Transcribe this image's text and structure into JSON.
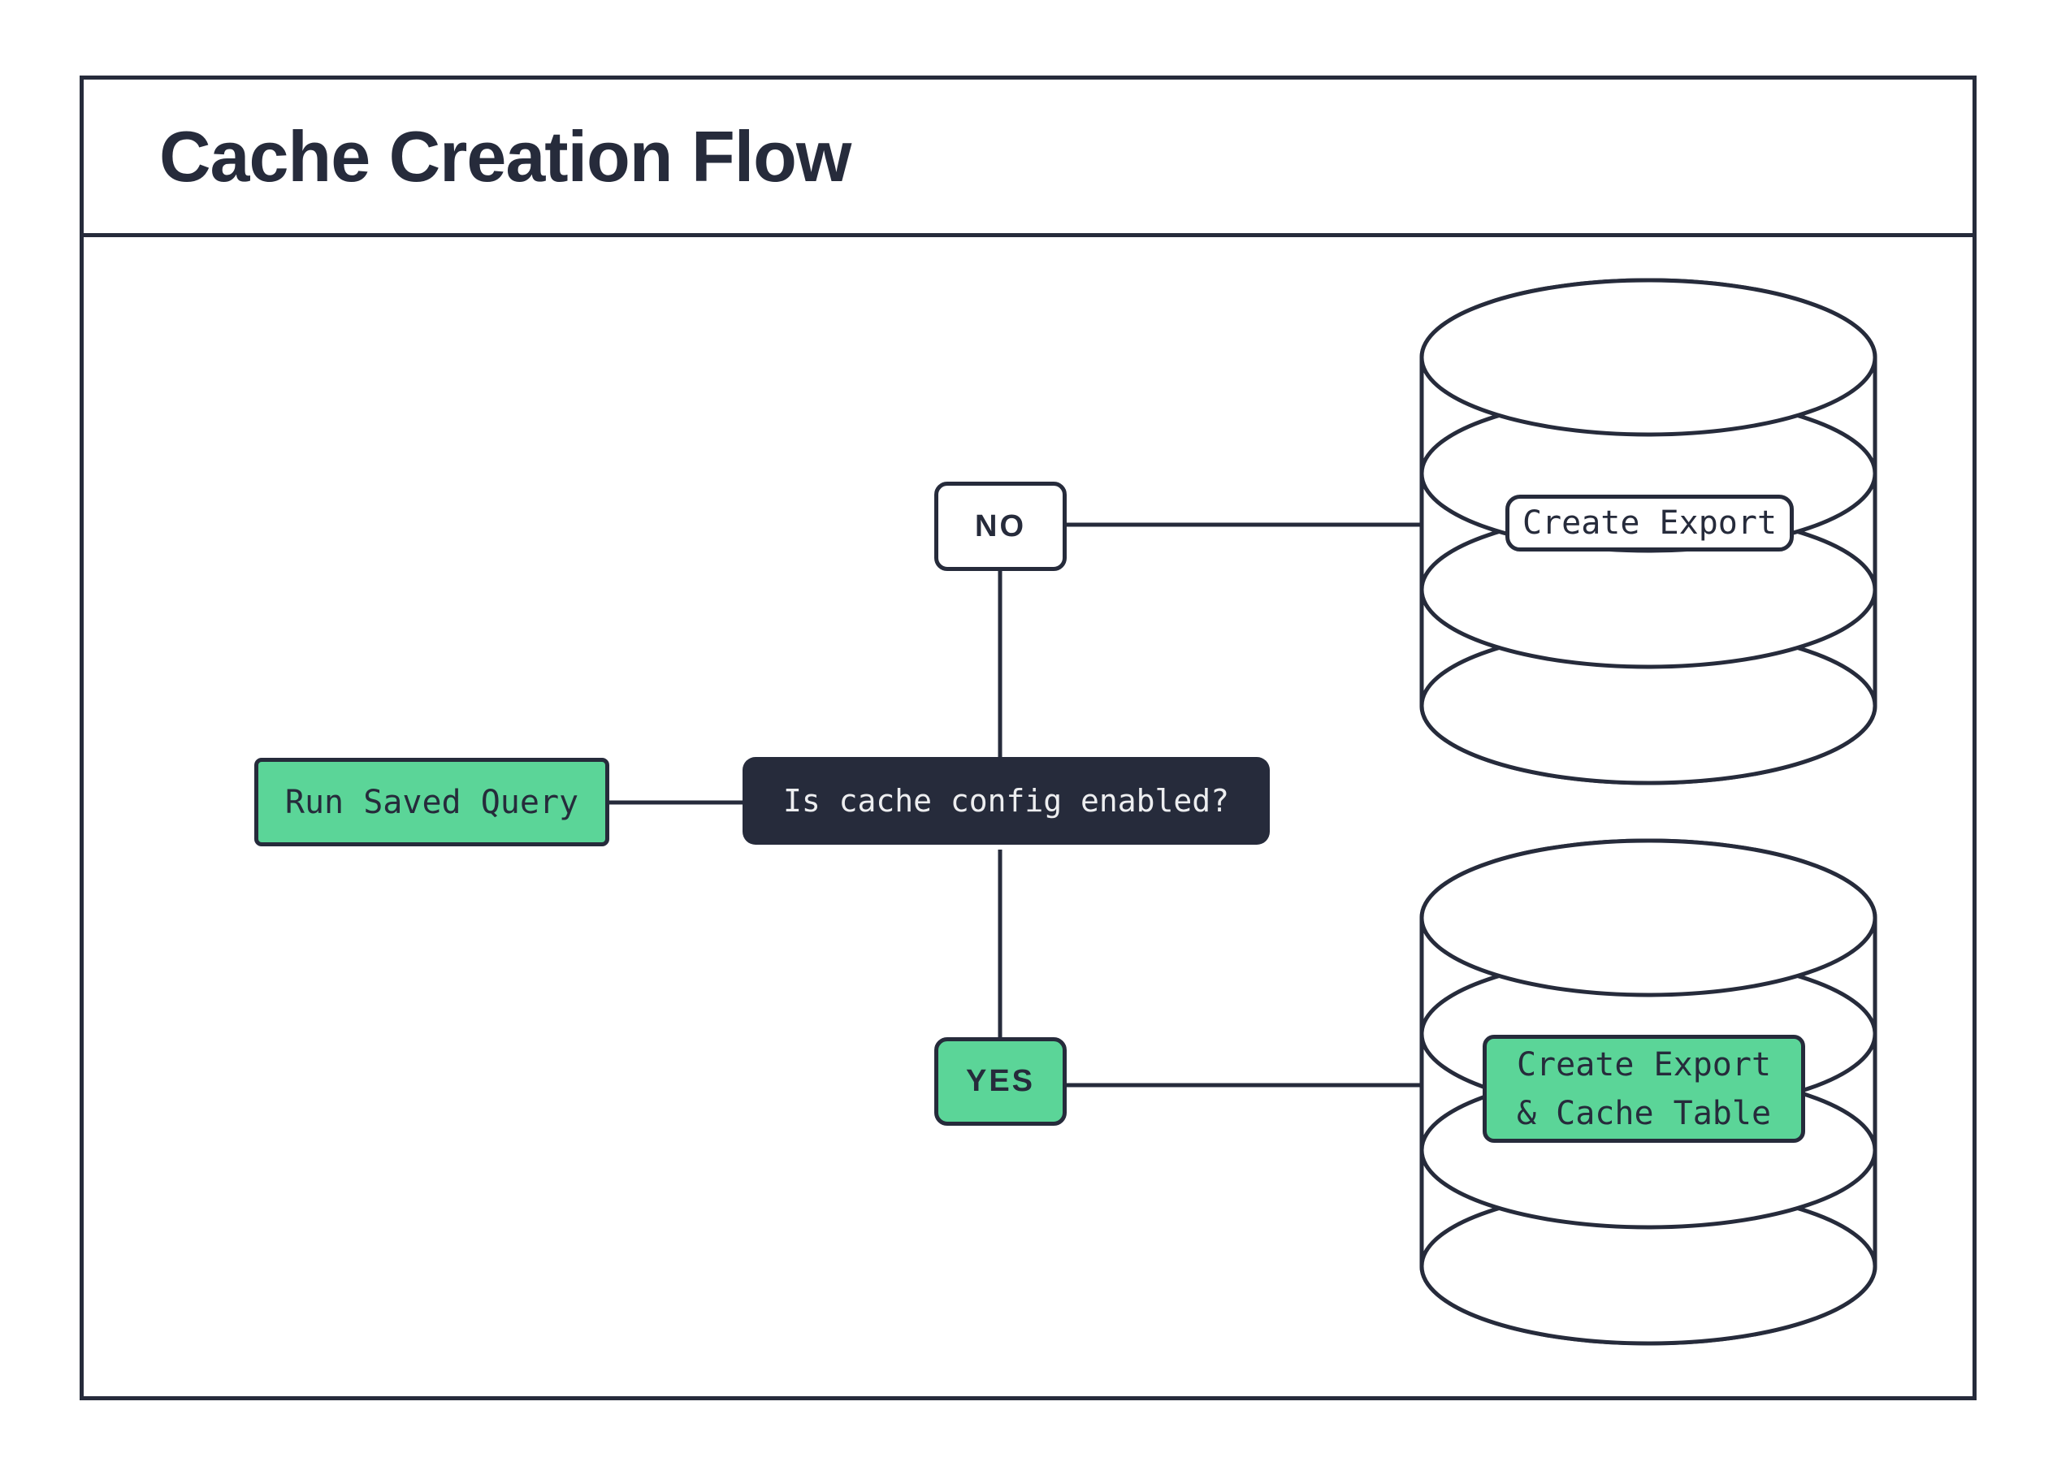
{
  "title": "Cache Creation Flow",
  "colors": {
    "ink": "#262b3b",
    "green": "#5bd598",
    "dark_fill": "#262b3b",
    "light_text": "#edeef0",
    "background": "#ffffff"
  },
  "nodes": {
    "run": {
      "label": "Run Saved Query"
    },
    "decision": {
      "label": "Is cache config enabled?"
    },
    "no": {
      "label": "NO"
    },
    "yes": {
      "label": "YES"
    },
    "export": {
      "label": "Create Export"
    },
    "export_cache": {
      "line1": "Create Export",
      "line2": "& Cache Table"
    }
  },
  "icons": {
    "no_branch_target": "database-cylinder-icon",
    "yes_branch_target": "database-cylinder-icon"
  },
  "edges": [
    {
      "from": "run",
      "to": "decision"
    },
    {
      "from": "decision",
      "to": "no"
    },
    {
      "from": "decision",
      "to": "yes"
    },
    {
      "from": "no",
      "to": "export-database"
    },
    {
      "from": "yes",
      "to": "export-cache-database"
    }
  ]
}
